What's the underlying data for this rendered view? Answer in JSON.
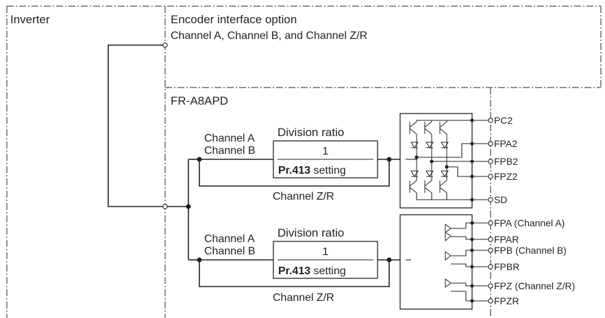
{
  "labels": {
    "inverter": "Inverter",
    "encoder_title": "Encoder interface option",
    "encoder_channels": "Channel A, Channel B, and Channel Z/R",
    "module": "FR-A8APD"
  },
  "upper_block": {
    "channel_a": "Channel A",
    "channel_b": "Channel B",
    "division_ratio": "Division ratio",
    "numerator": "1",
    "denominator_param": "Pr.413",
    "denominator_text": " setting",
    "channel_zr": "Channel Z/R",
    "terminals": [
      "PC2",
      "FPA2",
      "FPB2",
      "FPZ2",
      "SD"
    ]
  },
  "lower_block": {
    "channel_a": "Channel A",
    "channel_b": "Channel B",
    "division_ratio": "Division ratio",
    "numerator": "1",
    "denominator_param": "Pr.413",
    "denominator_text": " setting",
    "channel_zr": "Channel Z/R",
    "terminals": [
      "FPA (Channel A)",
      "FPAR",
      "FPB (Channel B)",
      "FPBR",
      "FPZ (Channel Z/R)",
      "FPZR"
    ]
  }
}
